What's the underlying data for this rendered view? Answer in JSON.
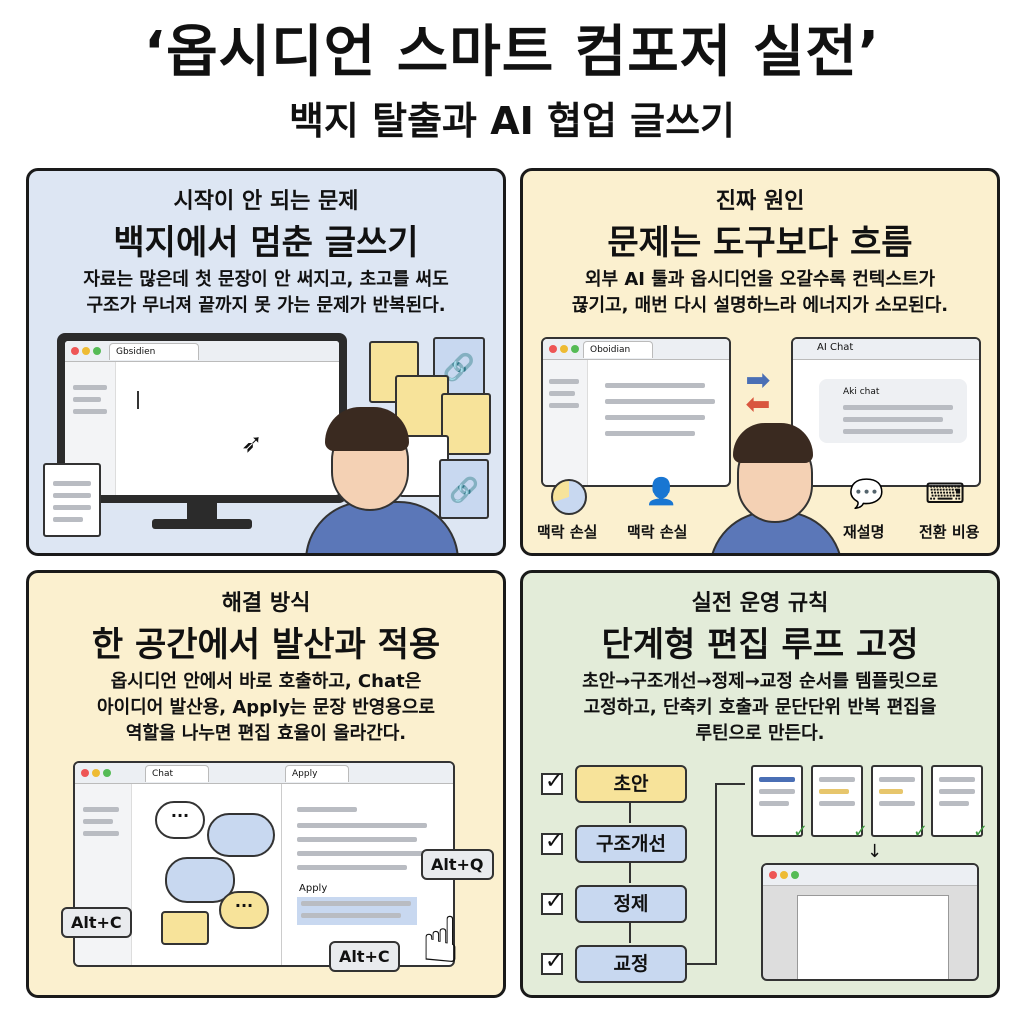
{
  "title": "‘옵시디언 스마트 컴포저 실전’",
  "subtitle": "백지 탈출과 AI 협업 글쓰기",
  "panels": [
    {
      "kicker": "시작이 안 되는 문제",
      "heading": "백지에서 멈춘 글쓰기",
      "desc_line1": "자료는 많은데 첫 문장이 안 써지고, 초고를 써도",
      "desc_line2": "구조가 무너져 끝까지 못 가는 문제가 반복된다.",
      "window_tab": "Gbsidien"
    },
    {
      "kicker": "진짜 원인",
      "heading": "문제는 도구보다 흐름",
      "desc_line1": "외부 AI 툴과 옵시디언을 오갈수록 컨텍스트가",
      "desc_line2": "끊기고, 매번 다시 설명하느라 에너지가 소모된다.",
      "window_tab": "Oboidian",
      "chat_title": "AI Chat",
      "chat_bubble": "Aki chat",
      "labels": [
        "맥락 손실",
        "맥락 손실",
        "재설명",
        "전환 비용"
      ]
    },
    {
      "kicker": "해결 방식",
      "heading": "한 공간에서 발산과 적용",
      "desc_line1": "옵시디언 안에서 바로 호출하고, Chat은",
      "desc_line2": "아이디어 발산용, Apply는 문장 반영용으로",
      "desc_line3": "역할을 나누면 편집 효율이 올라간다.",
      "tab_chat": "Chat",
      "tab_apply": "Apply",
      "apply_label": "Apply",
      "key_left": "Alt+C",
      "key_right": "Alt+Q",
      "key_bottom": "Alt+C"
    },
    {
      "kicker": "실전 운영 규칙",
      "heading": "단계형 편집 루프 고정",
      "desc_line1": "초안→구조개선→정제→교정 순서를 템플릿으로",
      "desc_line2": "고정하고, 단축키 호출과 문단단위 반복 편집을",
      "desc_line3": "루틴으로 만든다.",
      "steps": [
        "초안",
        "구조개선",
        "정제",
        "교정"
      ]
    }
  ],
  "colors": {
    "panel1_bg": "#dde6f3",
    "panel2_bg": "#fbf0cf",
    "panel3_bg": "#fbf0cf",
    "panel4_bg": "#e3ecd9",
    "step_first": "#f7e39a",
    "step_rest": "#c8d8f0"
  }
}
